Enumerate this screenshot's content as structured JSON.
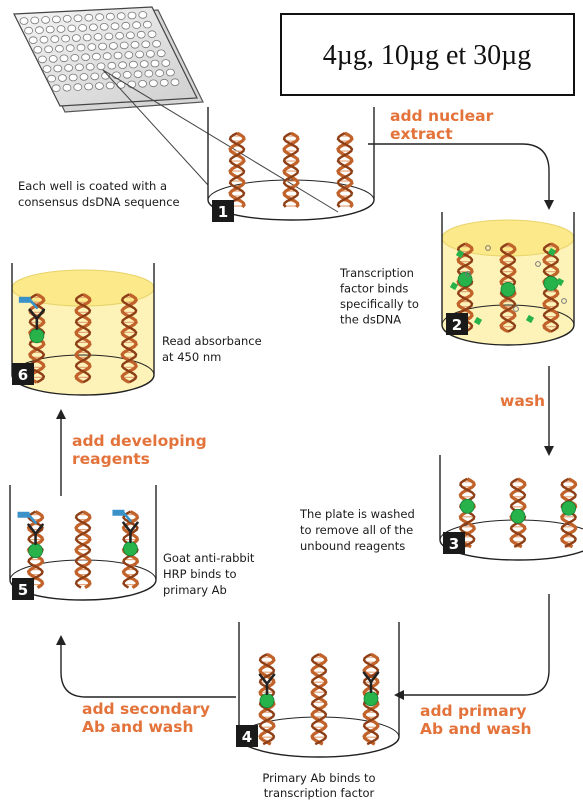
{
  "doses_box": {
    "text": "4µg, 10µg et 30µg"
  },
  "colors": {
    "helix": "#c0622a",
    "action": "#e3733a",
    "well_fill": "#fdf3b8",
    "protein": "#27b24a",
    "antibody_primary": "#222222",
    "antibody_secondary": "#3a92c8",
    "step_badge": "#1a1a1a"
  },
  "steps": [
    {
      "number": "1",
      "caption_lines": [
        "Each well is coated with a",
        "consensus dsDNA sequence"
      ]
    },
    {
      "number": "2",
      "caption_lines": [
        "Transcription",
        "factor binds",
        "specifically to",
        "the dsDNA"
      ]
    },
    {
      "number": "3",
      "caption_lines": [
        "The plate is washed",
        "to remove all of the",
        "unbound reagents"
      ]
    },
    {
      "number": "4",
      "caption_lines": [
        "Primary Ab binds to",
        "transcription factor"
      ]
    },
    {
      "number": "5",
      "caption_lines": [
        "Goat anti-rabbit",
        "HRP binds to",
        "primary Ab"
      ]
    },
    {
      "number": "6",
      "caption_lines": [
        "Read absorbance",
        "at 450 nm"
      ]
    }
  ],
  "actions": [
    {
      "lines": [
        "add nuclear",
        "extract"
      ]
    },
    {
      "lines": [
        "wash"
      ]
    },
    {
      "lines": [
        "add primary",
        "Ab and wash"
      ]
    },
    {
      "lines": [
        "add secondary",
        "Ab and wash"
      ]
    },
    {
      "lines": [
        "add developing",
        "reagents"
      ]
    }
  ],
  "icons": [
    "microplate-icon",
    "dna-helix-icon",
    "transcription-factor-icon",
    "primary-antibody-icon",
    "secondary-antibody-icon"
  ]
}
